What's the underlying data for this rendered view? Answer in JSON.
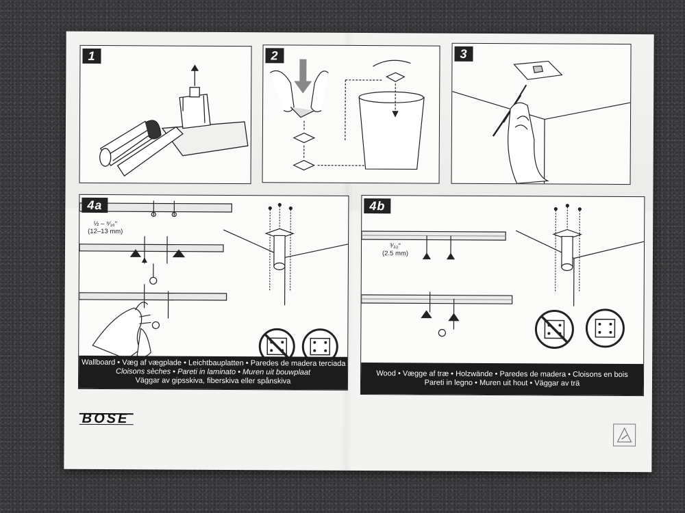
{
  "brand": {
    "logo_text": "BOSE"
  },
  "steps": {
    "s1": "1",
    "s2": "2",
    "s3": "3",
    "s4a": "4a",
    "s4b": "4b"
  },
  "panel_4a": {
    "dim_fraction": "½ – ⁹⁄₁₆\"",
    "dim_mm": "(12–13 mm)",
    "caption_lines": [
      "Wallboard • Væg af vægplade • Leichtbauplatten • Paredes de madera terciada",
      "Cloisons sèches • Pareti in laminato • Muren uit bouwplaat",
      "Väggar av gipsskiva, fiberskiva eller spånskiva"
    ]
  },
  "panel_4b": {
    "dim_fraction": "³⁄₃₂\"",
    "dim_mm": "(2.5 mm)",
    "caption_lines": [
      "Wood • Vægge af træ • Holzwände • Paredes de madera • Cloisons en bois",
      "Pareti in legno • Muren uit hout • Väggar av trä"
    ]
  },
  "icons": {
    "prohibited": "no-symbol-icon",
    "allowed": "plate-icon",
    "recycle": "recycle-mark-icon"
  }
}
